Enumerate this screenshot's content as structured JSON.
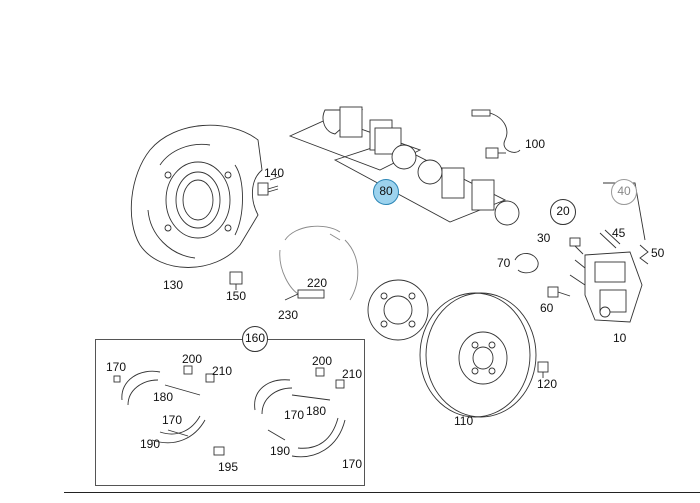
{
  "diagram": {
    "highlight_color": "#9dd3ee",
    "positions": {
      "p10": "10",
      "p20": "20",
      "p30": "30",
      "p40": "40",
      "p45": "45",
      "p50": "50",
      "p60": "60",
      "p70": "70",
      "p80": "80",
      "p100": "100",
      "p110": "110",
      "p120": "120",
      "p130": "130",
      "p140": "140",
      "p150": "150",
      "p160": "160",
      "p170a": "170",
      "p170b": "170",
      "p170c": "170",
      "p170d": "170",
      "p180a": "180",
      "p180b": "180",
      "p190a": "190",
      "p190b": "190",
      "p195": "195",
      "p200a": "200",
      "p200b": "200",
      "p210a": "210",
      "p210b": "210",
      "p220": "220",
      "p230": "230"
    },
    "selected": "80",
    "greyed": "40"
  }
}
